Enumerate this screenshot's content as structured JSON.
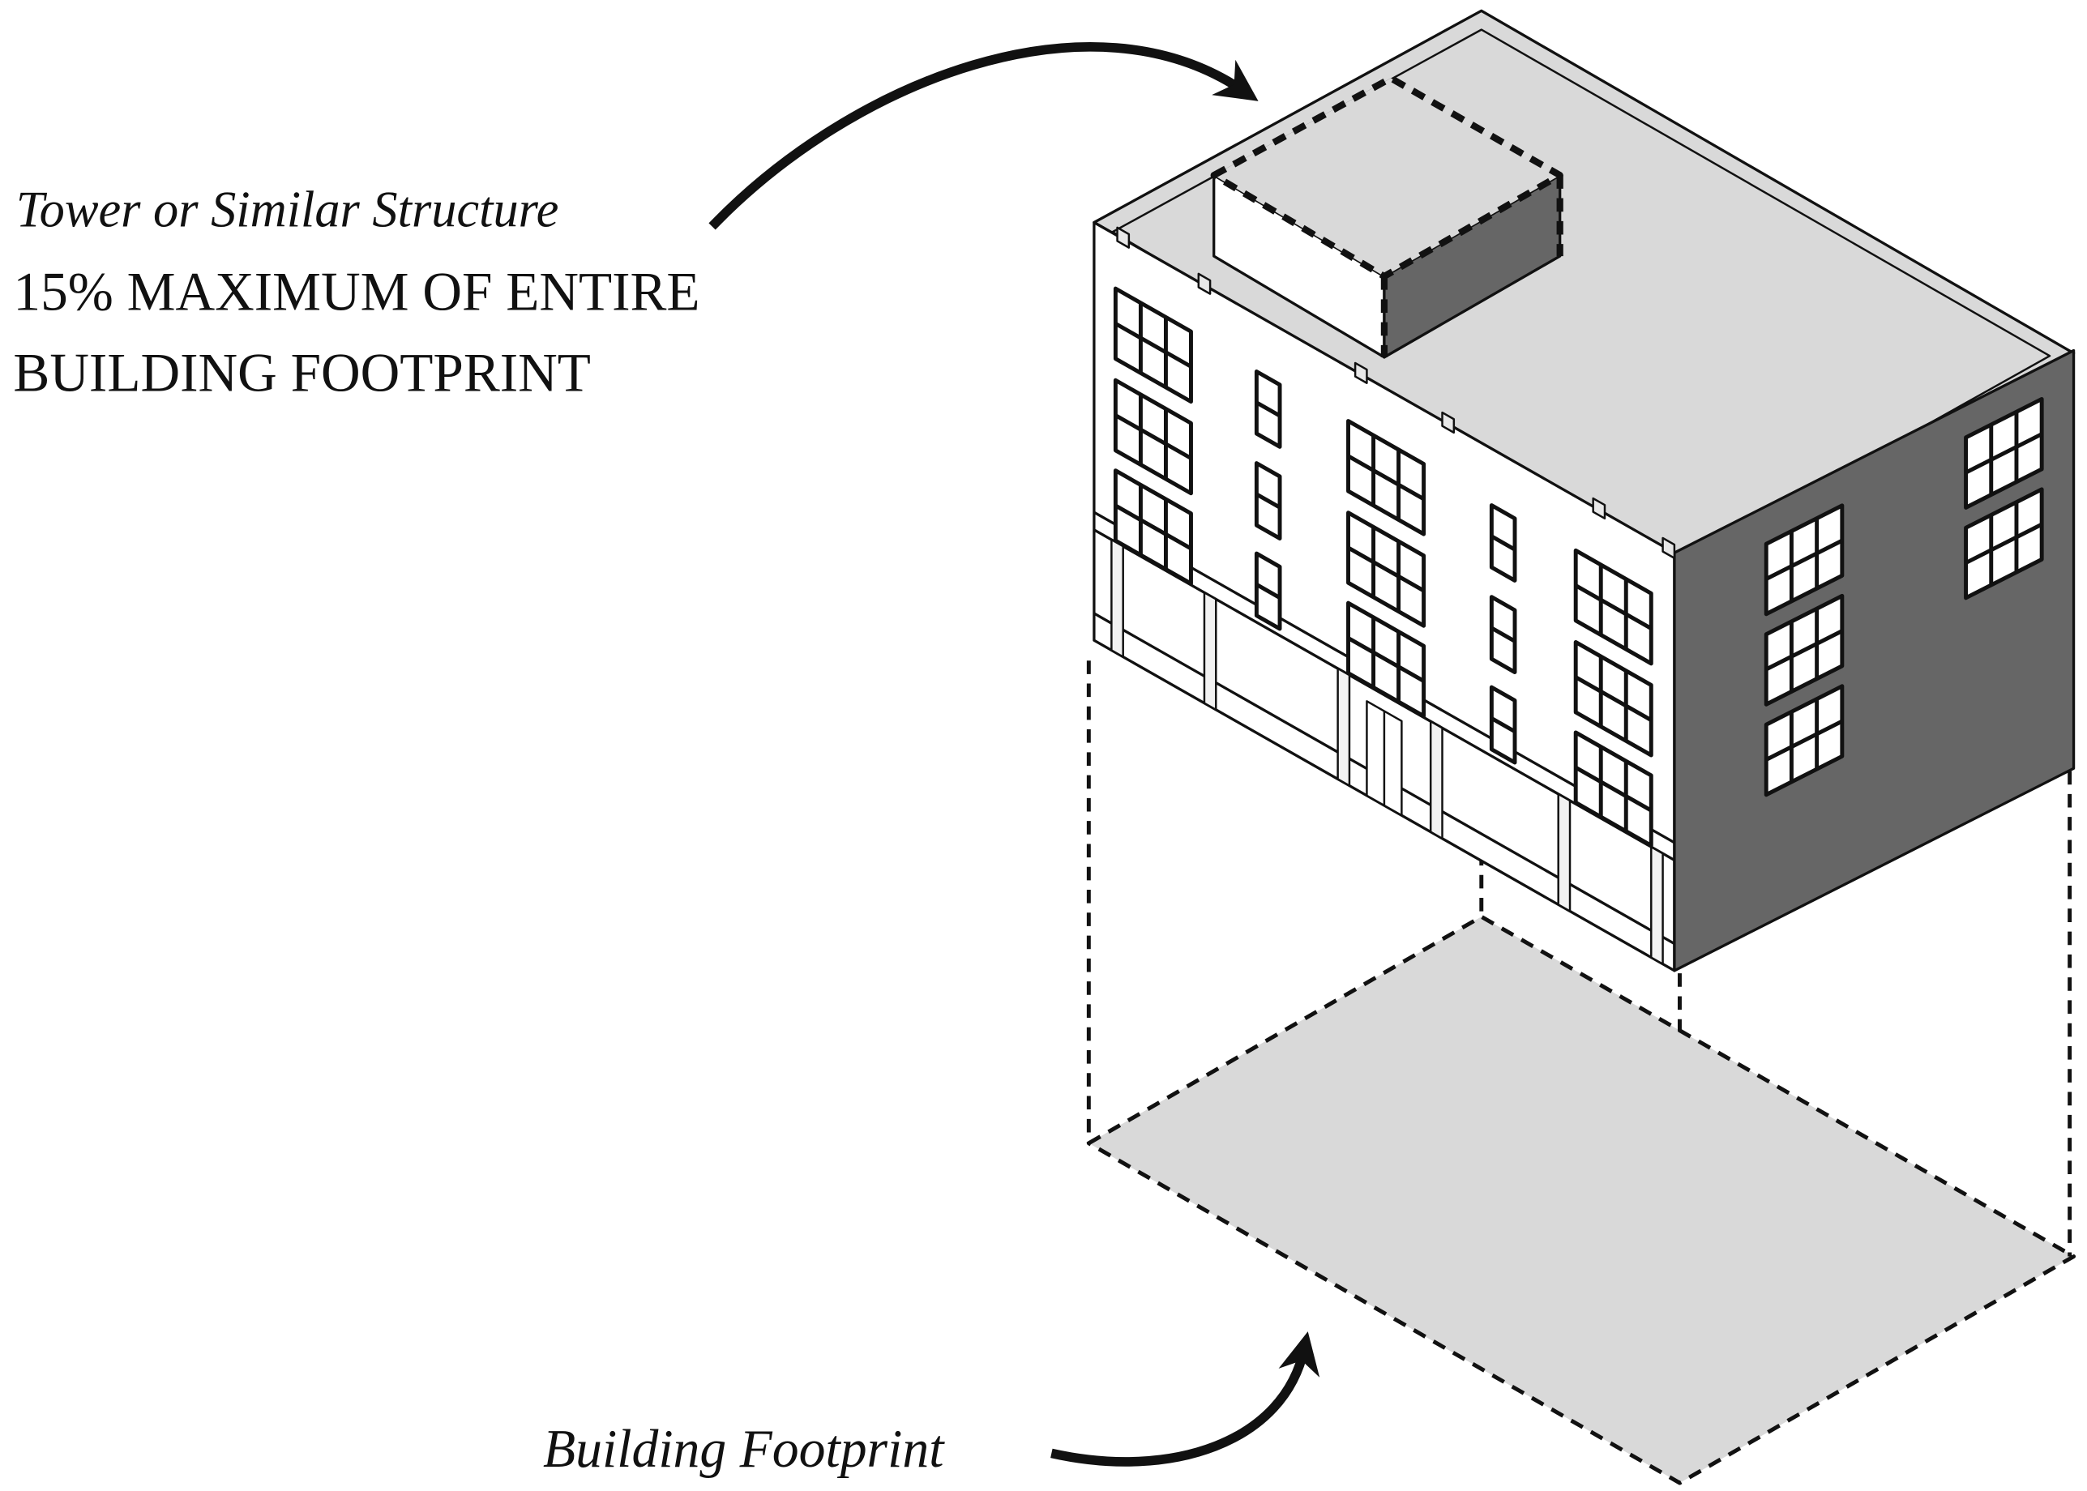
{
  "diagram": {
    "tower_label": "Tower or Similar Structure",
    "tower_rule_line1": "15% MAXIMUM OF ENTIRE",
    "tower_rule_line2": "BUILDING FOOTPRINT",
    "footprint_label": "Building Footprint"
  },
  "colors": {
    "roof": "#d9d9d9",
    "side": "#666666",
    "front": "#ffffff",
    "footprint": "#d9d9d9",
    "stroke": "#111111"
  }
}
